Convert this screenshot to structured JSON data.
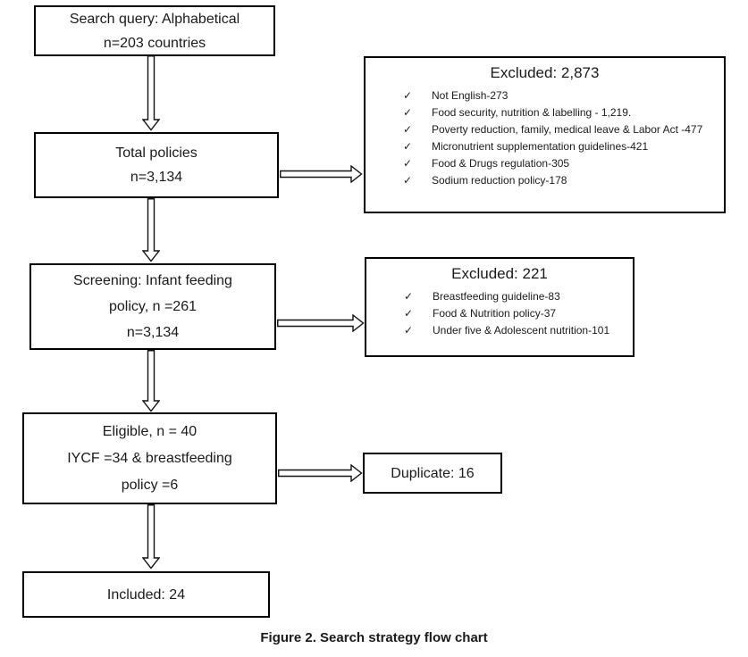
{
  "figure": {
    "caption": "Figure 2. Search strategy flow chart"
  },
  "icons": {
    "checkmark": "✓"
  },
  "colors": {
    "border": "#000000",
    "text": "#1a1a1a",
    "background": "#ffffff"
  },
  "flow": {
    "search_box": {
      "lines": [
        "Search query: Alphabetical",
        "n=203 countries"
      ]
    },
    "total_policies_box": {
      "lines": [
        "Total policies",
        "n=3,134"
      ]
    },
    "screening_box": {
      "lines": [
        "Screening: Infant feeding",
        "policy, n =261",
        "n=3,134"
      ]
    },
    "eligible_box": {
      "lines": [
        "Eligible, n = 40",
        "IYCF =34 & breastfeeding",
        "policy =6"
      ]
    },
    "included_box": {
      "label": "Included: 24"
    },
    "duplicate_box": {
      "label": "Duplicate: 16"
    }
  },
  "exclusions": {
    "first": {
      "title": "Excluded: 2,873",
      "items": [
        "Not English-273",
        "Food security, nutrition & labelling - 1,219.",
        "Poverty reduction, family, medical leave & Labor Act -477",
        "Micronutrient supplementation guidelines-421",
        "Food & Drugs regulation-305",
        "Sodium reduction policy-178"
      ]
    },
    "second": {
      "title": "Excluded: 221",
      "items": [
        "Breastfeeding guideline-83",
        "Food & Nutrition policy-37",
        "Under five & Adolescent nutrition-101"
      ]
    }
  }
}
